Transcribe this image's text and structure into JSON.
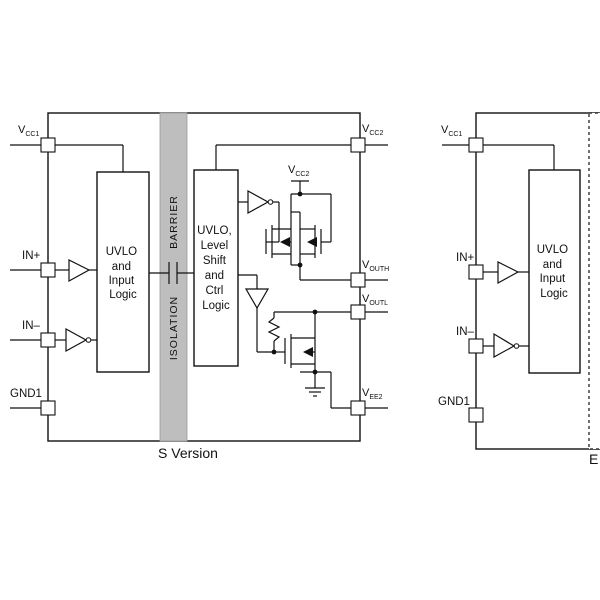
{
  "colors": {
    "barrier_fill": "#bebebe",
    "line": "#111111",
    "background": "#ffffff"
  },
  "s_version": {
    "caption": "S Version",
    "pins_left": {
      "vcc1_main": "V",
      "vcc1_sub": "CC1",
      "in_plus": "IN+",
      "in_minus": "IN–",
      "gnd1": "GND1"
    },
    "input_block": [
      "UVLO",
      "and",
      "Input",
      "Logic"
    ],
    "barrier_word": "BARRIER",
    "isolation_word": "ISOLATION",
    "output_block": [
      "UVLO,",
      "Level",
      "Shift",
      "and",
      "Ctrl",
      "Logic"
    ],
    "vcc2_internal": {
      "main": "V",
      "sub": "CC2"
    },
    "pins_right": {
      "vcc2": {
        "main": "V",
        "sub": "CC2"
      },
      "vouth": {
        "main": "V",
        "sub": "OUTH"
      },
      "voutl": {
        "main": "V",
        "sub": "OUTL"
      },
      "vee2": {
        "main": "V",
        "sub": "EE2"
      }
    }
  },
  "e_version": {
    "caption": "E",
    "pins_left": {
      "vcc1_main": "V",
      "vcc1_sub": "CC1",
      "in_plus": "IN+",
      "in_minus": "IN–",
      "gnd1": "GND1"
    },
    "input_block": [
      "UVLO",
      "and",
      "Input",
      "Logic"
    ]
  }
}
